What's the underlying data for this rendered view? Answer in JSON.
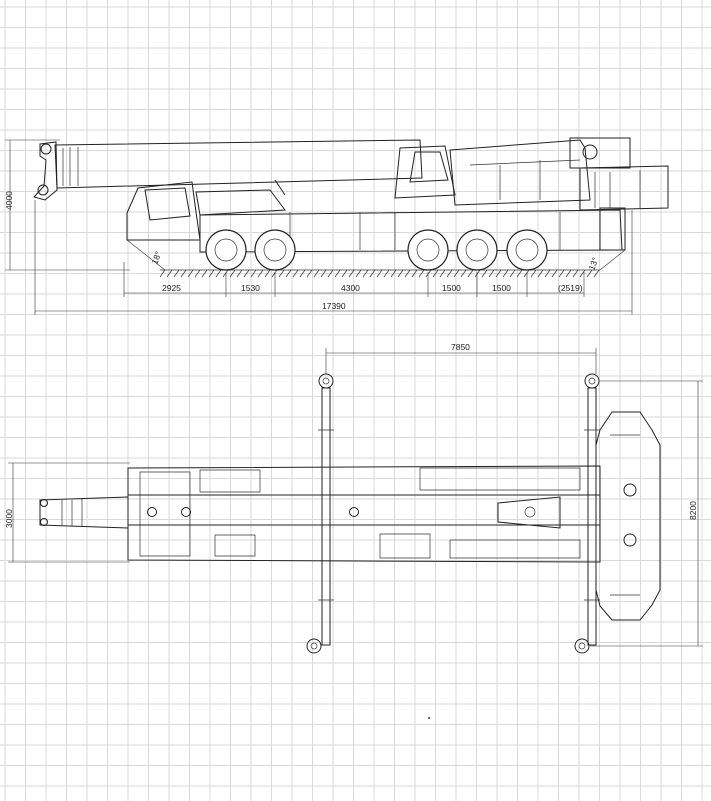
{
  "colors": {
    "boom_accent": "#a8d62e",
    "line": "#222222",
    "grid": "#d9d9d9",
    "background": "#ffffff"
  },
  "side_view": {
    "height_label": "4000",
    "angle_front": "18°",
    "angle_rear": "13°",
    "axle_dims": [
      "2925",
      "1530",
      "4300",
      "1500",
      "1500",
      "(2519)"
    ],
    "overall_length": "17390"
  },
  "top_view": {
    "outrigger_span_length": "7850",
    "width_label": "3000",
    "outrigger_span_width": "8200"
  }
}
